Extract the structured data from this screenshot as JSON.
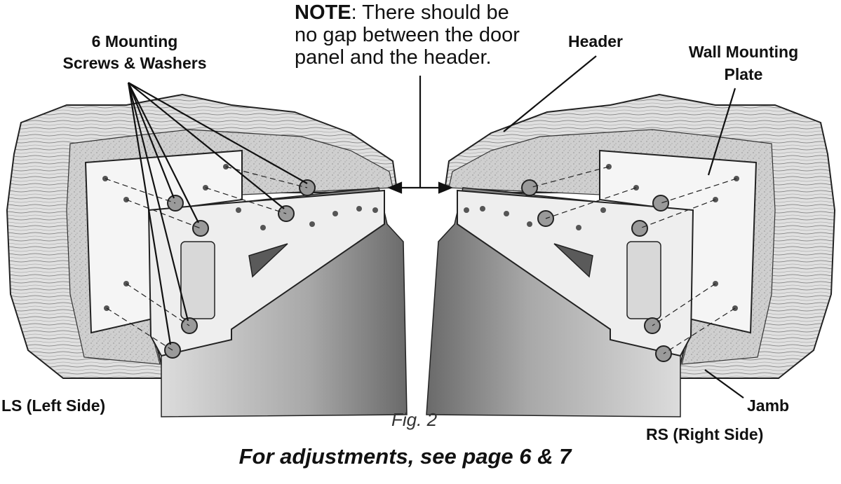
{
  "labels": {
    "screws_line1": "6 Mounting",
    "screws_line2": "Screws & Washers",
    "note_keyword": "NOTE",
    "note_line1_rest": ": There should be",
    "note_line2": "no gap between the door",
    "note_line3": "panel and the header.",
    "header": "Header",
    "wall_plate_line1": "Wall Mounting",
    "wall_plate_line2": "Plate",
    "left_side": "LS (Left Side)",
    "jamb": "Jamb",
    "right_side": "RS (Right Side)",
    "figure_caption": "Fig. 2",
    "adjustments_note": "For adjustments, see page 6 & 7"
  },
  "colors": {
    "ink": "#111111",
    "wood": "#d9d9d9",
    "concrete": "#c8c8c8",
    "plate": "#f4f4f4",
    "panel_light": "#e6e6e6",
    "panel_dark": "#6e6e6e"
  }
}
